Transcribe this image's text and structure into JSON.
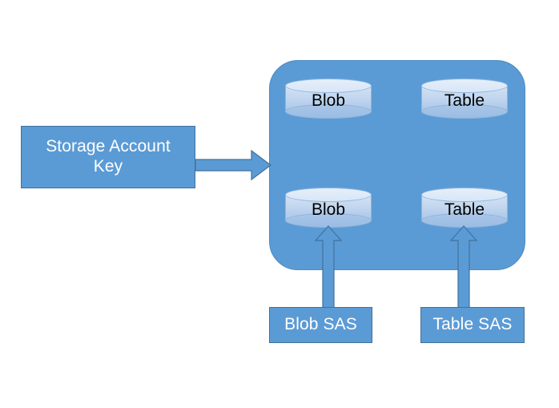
{
  "diagram": {
    "title_text": "",
    "colors": {
      "primary_blue": "#5B9BD5",
      "border_blue": "#41719C",
      "cylinder_light": "#D4E2F4",
      "cylinder_dark": "#A9C6E8",
      "background": "#FFFFFF",
      "white_text": "#FFFFFF",
      "black_text": "#000000"
    },
    "nodes": {
      "storage_account_key": {
        "label": "Storage Account Key",
        "line1": "Storage Account",
        "line2": "Key"
      },
      "blob_sas": {
        "label": "Blob SAS"
      },
      "table_sas": {
        "label": "Table SAS"
      },
      "blob_top": {
        "label": "Blob"
      },
      "table_top": {
        "label": "Table"
      },
      "blob_bottom": {
        "label": "Blob"
      },
      "table_bottom": {
        "label": "Table"
      }
    },
    "edges": [
      {
        "from": "storage_account_key",
        "to": "storage_account_container",
        "direction": "right"
      },
      {
        "from": "blob_sas",
        "to": "blob_bottom",
        "direction": "up"
      },
      {
        "from": "table_sas",
        "to": "table_bottom",
        "direction": "up"
      }
    ]
  }
}
